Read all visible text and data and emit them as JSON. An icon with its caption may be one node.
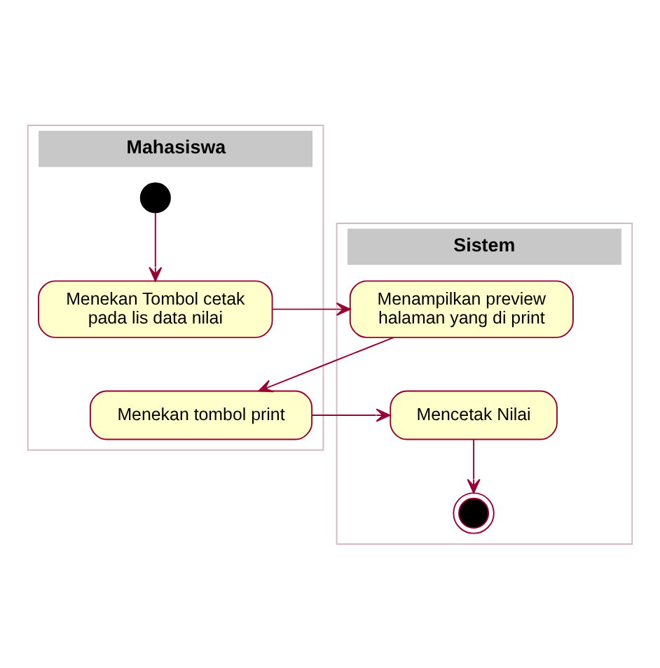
{
  "diagram": {
    "nodes": [
      {
        "text": [
          "Mahasiswa"
        ]
      },
      {
        "text": [
          "Sistem"
        ]
      },
      {
        "text": [],
        "shape": "circle",
        "in": 0
      },
      {
        "text": [
          "Menekan Tombol cetak pada lis data nilai"
        ],
        "in": 0
      },
      {
        "text": [
          "Menampilkan preview halaman yang di print"
        ],
        "in": 1
      },
      {
        "text": [
          "Menekan tombol print"
        ],
        "in": 0
      },
      {
        "text": [
          "Mencetak Nilai"
        ],
        "in": 1
      },
      {
        "text": [],
        "shape": "bullseye",
        "in": 1
      }
    ],
    "edges": [
      {
        "from": 2,
        "to": 3,
        "arrow": "to"
      },
      {
        "from": 3,
        "to": 4,
        "arrow": "to"
      },
      {
        "from": 4,
        "to": 5,
        "arrow": "to"
      },
      {
        "from": 5,
        "to": 6,
        "arrow": "to"
      },
      {
        "from": 6,
        "to": 7,
        "arrow": "to"
      }
    ]
  }
}
